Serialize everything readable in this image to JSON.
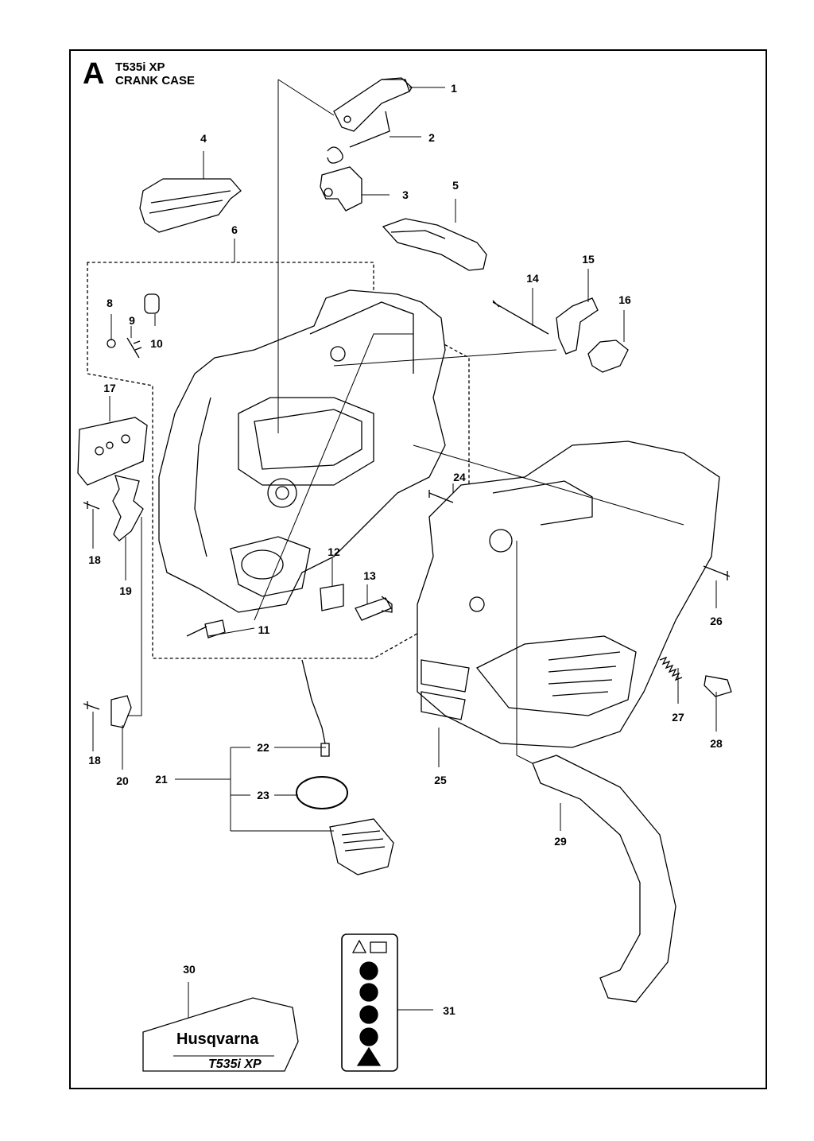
{
  "header": {
    "section_letter": "A",
    "model": "T535i XP",
    "title": "CRANK CASE"
  },
  "callouts": [
    "1",
    "2",
    "3",
    "4",
    "5",
    "6",
    "8",
    "9",
    "10",
    "11",
    "12",
    "13",
    "14",
    "15",
    "16",
    "17",
    "18",
    "18",
    "19",
    "20",
    "21",
    "22",
    "23",
    "24",
    "25",
    "26",
    "27",
    "28",
    "29",
    "30",
    "31"
  ],
  "decal_30": {
    "brand": "Husqvarna",
    "model": "T535i XP"
  },
  "decal_31": {
    "icons": [
      "warning-triangle-icon",
      "manual-book-icon",
      "helmet-ear-eye-icon",
      "no-one-hand-icon",
      "kickback-icon",
      "two-hand-icon",
      "cutting-warning-icon"
    ]
  }
}
